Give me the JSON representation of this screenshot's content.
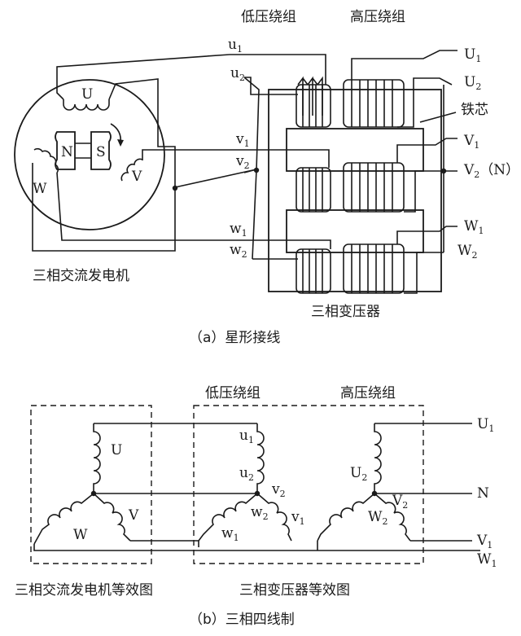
{
  "part_a": {
    "caption": "（a）星形接线",
    "generator_label": "三相交流发电机",
    "transformer_label": "三相变压器",
    "low_voltage_winding": "低压绕组",
    "high_voltage_winding": "高压绕组",
    "iron_core": "铁芯",
    "rotor_n": "N",
    "rotor_s": "S",
    "gen_phases": {
      "u": "U",
      "v": "V",
      "w": "W"
    },
    "low_terminals": {
      "u1": [
        "u",
        "1"
      ],
      "u2": [
        "u",
        "2"
      ],
      "v1": [
        "v",
        "1"
      ],
      "v2": [
        "v",
        "2"
      ],
      "w1": [
        "w",
        "1"
      ],
      "w2": [
        "w",
        "2"
      ]
    },
    "high_terminals": {
      "U1": [
        "U",
        "1"
      ],
      "U2": [
        "U",
        "2"
      ],
      "V1": [
        "V",
        "1"
      ],
      "V2": [
        "V",
        "2"
      ],
      "V2_suffix": "（N）",
      "W1": [
        "W",
        "1"
      ],
      "W2": [
        "W",
        "2"
      ]
    }
  },
  "part_b": {
    "caption": "（b）三相四线制",
    "gen_equiv_label": "三相交流发电机等效图",
    "trans_equiv_label": "三相变压器等效图",
    "low_voltage_winding": "低压绕组",
    "high_voltage_winding": "高压绕组",
    "gen_phases": {
      "u": "U",
      "v": "V",
      "w": "W"
    },
    "low_labels": {
      "u1": [
        "u",
        "1"
      ],
      "u2": [
        "u",
        "2"
      ],
      "v1": [
        "v",
        "1"
      ],
      "v2": [
        "v",
        "2"
      ],
      "w1": [
        "w",
        "1"
      ],
      "w2": [
        "w",
        "2"
      ]
    },
    "high_labels": {
      "U2": [
        "U",
        "2"
      ],
      "V2": [
        "V",
        "2"
      ],
      "W2": [
        "W",
        "2"
      ]
    },
    "outputs": {
      "U1": [
        "U",
        "1"
      ],
      "N": "N",
      "V1": [
        "V",
        "1"
      ],
      "W1": [
        "W",
        "1"
      ]
    }
  }
}
